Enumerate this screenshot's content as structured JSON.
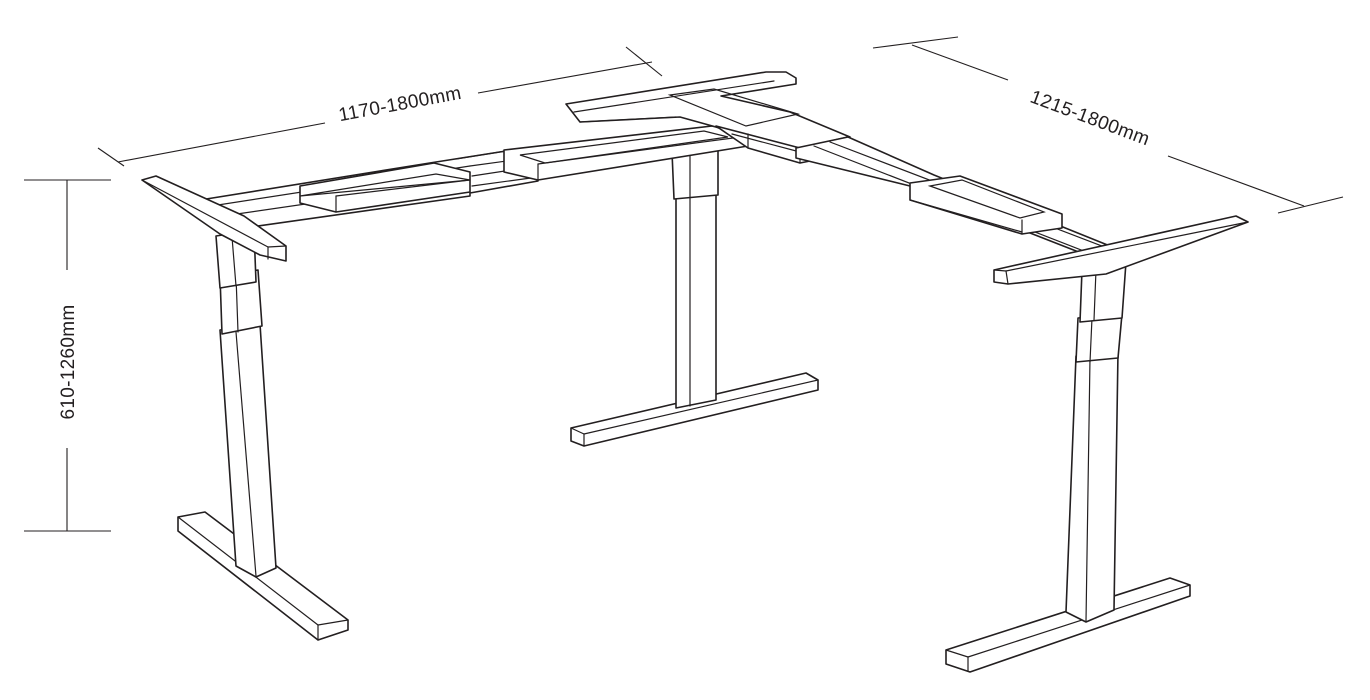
{
  "diagram": {
    "subject": "L-shaped three-leg height-adjustable desk frame",
    "dimensions": {
      "left_width": "1170-1800mm",
      "right_width": "1215-1800mm",
      "height": "610-1260mm"
    },
    "colors": {
      "line": "#231f20",
      "background": "#ffffff"
    }
  }
}
